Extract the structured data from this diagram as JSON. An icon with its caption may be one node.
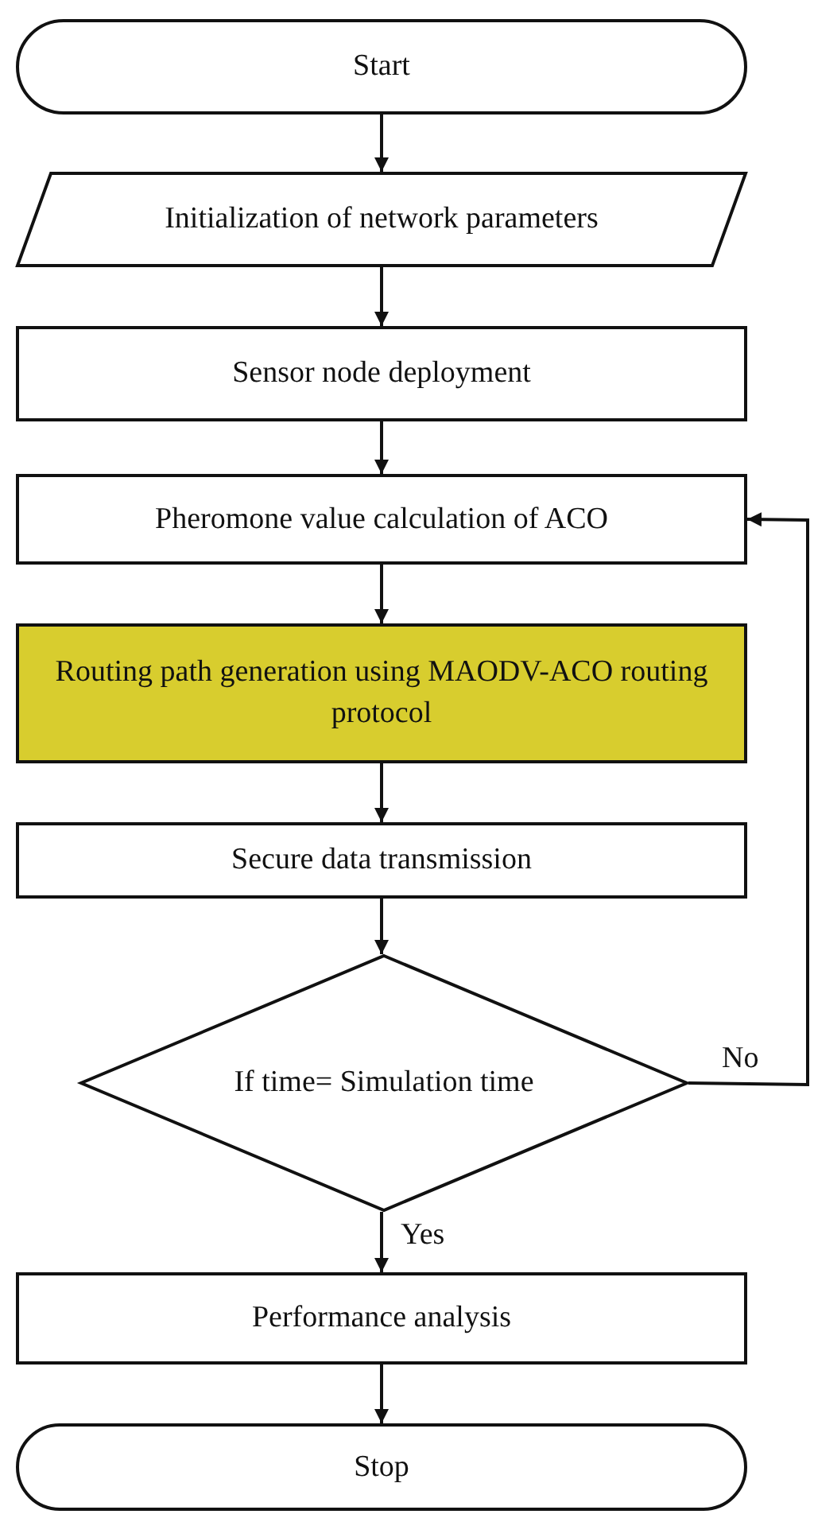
{
  "diagram": {
    "nodes": [
      {
        "text": [
          "Start"
        ]
      },
      {
        "text": [
          "Initialization of network parameters"
        ]
      },
      {
        "text": [
          "Sensor node deployment"
        ]
      },
      {
        "text": [
          "Pheromone value calculation of ACO"
        ]
      },
      {
        "text": [
          "Routing path generation using MAODV-ACO routing protocol"
        ]
      },
      {
        "text": [
          "Secure data transmission"
        ]
      },
      {
        "text": [
          "If time= Simulation time"
        ]
      },
      {
        "text": [
          "Performance analysis"
        ]
      },
      {
        "text": [
          "Stop"
        ]
      }
    ],
    "edges": [
      {
        "from": 0,
        "to": 1,
        "arrow": "to"
      },
      {
        "from": 1,
        "to": 2,
        "arrow": "to"
      },
      {
        "from": 2,
        "to": 3,
        "arrow": "to"
      },
      {
        "from": 3,
        "to": 4,
        "arrow": "to"
      },
      {
        "from": 4,
        "to": 5,
        "arrow": "to"
      },
      {
        "from": 5,
        "to": 6,
        "arrow": "to"
      },
      {
        "from": 6,
        "to": 3,
        "arrow": "to",
        "label": "No"
      },
      {
        "from": 6,
        "to": 7,
        "arrow": "to",
        "label": "Yes"
      },
      {
        "from": 7,
        "to": 8,
        "arrow": "to"
      }
    ]
  }
}
